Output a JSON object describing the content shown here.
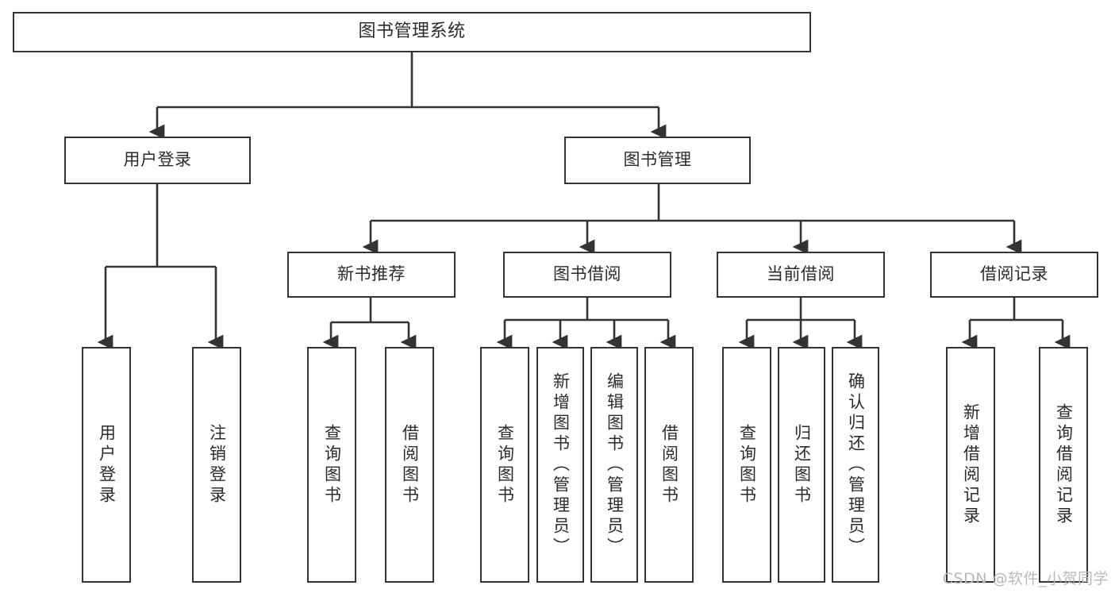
{
  "diagram": {
    "title": "图书管理系统",
    "watermark": "CSDN @软件_小贺同学",
    "colors": {
      "box_border": "#333333",
      "box_fill": "#ffffff",
      "edge": "#333333",
      "text": "#2b2b2b",
      "watermark": "#b9b9b9",
      "background": "#ffffff"
    },
    "type": "tree-hierarchy-diagram",
    "levels": 4,
    "root": {
      "label": "图书管理系统"
    },
    "level2": [
      {
        "label": "用户登录"
      },
      {
        "label": "图书管理"
      }
    ],
    "level3": [
      {
        "label": "新书推荐"
      },
      {
        "label": "图书借阅"
      },
      {
        "label": "当前借阅"
      },
      {
        "label": "借阅记录"
      }
    ],
    "leaves": {
      "user_login": [
        {
          "label": "用户登录"
        },
        {
          "label": "注销登录"
        }
      ],
      "new_book": [
        {
          "label": "查询图书"
        },
        {
          "label": "借阅图书"
        }
      ],
      "book_borrow": [
        {
          "label": "查询图书"
        },
        {
          "label": "新增图书（管理员）"
        },
        {
          "label": "编辑图书（管理员）"
        },
        {
          "label": "借阅图书"
        }
      ],
      "current_borrow": [
        {
          "label": "查询图书"
        },
        {
          "label": "归还图书"
        },
        {
          "label": "确认归还（管理员）"
        }
      ],
      "borrow_record": [
        {
          "label": "新增借阅记录"
        },
        {
          "label": "查询借阅记录"
        }
      ]
    }
  }
}
